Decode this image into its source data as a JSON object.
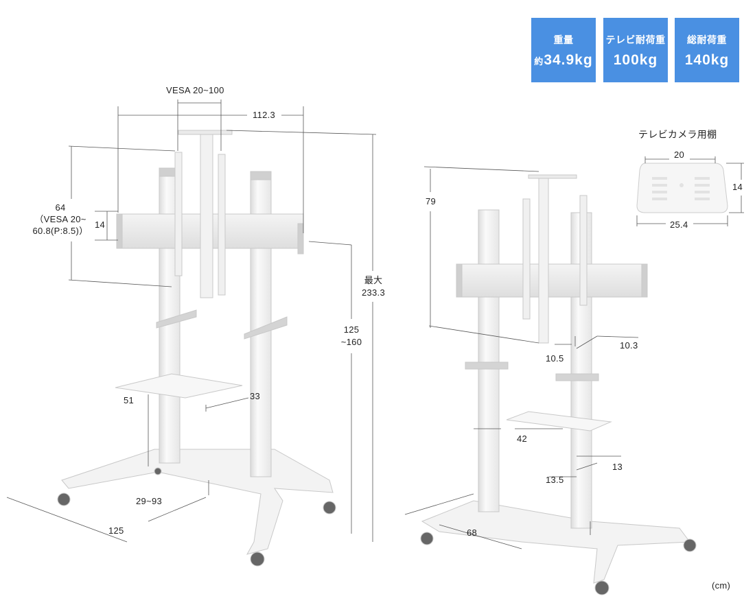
{
  "badges": [
    {
      "label": "重量",
      "prefix": "約",
      "value": "34.9kg"
    },
    {
      "label": "テレビ耐荷重",
      "prefix": "",
      "value": "100kg"
    },
    {
      "label": "総耐荷重",
      "prefix": "",
      "value": "140kg"
    }
  ],
  "dimensions": {
    "vesa": "VESA 20~100",
    "bracket_width": "112.3",
    "bracket_span_line1": "64",
    "bracket_span_line2": "（VESA 20~",
    "bracket_span_line3": "60.8(P:8.5)）",
    "bracket_height": "14",
    "max_line1": "最大",
    "max_line2": "233.3",
    "adjust_line1": "125",
    "adjust_line2": "~160",
    "shelf_width": "51",
    "shelf_depth": "33",
    "shelf_height": "29~93",
    "base_width": "125",
    "top_height": "79",
    "shelf_offset_a": "10.3",
    "shelf_offset_b": "10.5",
    "lower_width": "42",
    "lower_a": "13",
    "lower_b": "13.5",
    "base_depth": "68"
  },
  "camera_shelf": {
    "title": "テレビカメラ用棚",
    "width": "20",
    "depth": "14",
    "length": "25.4"
  },
  "unit": "(cm)"
}
